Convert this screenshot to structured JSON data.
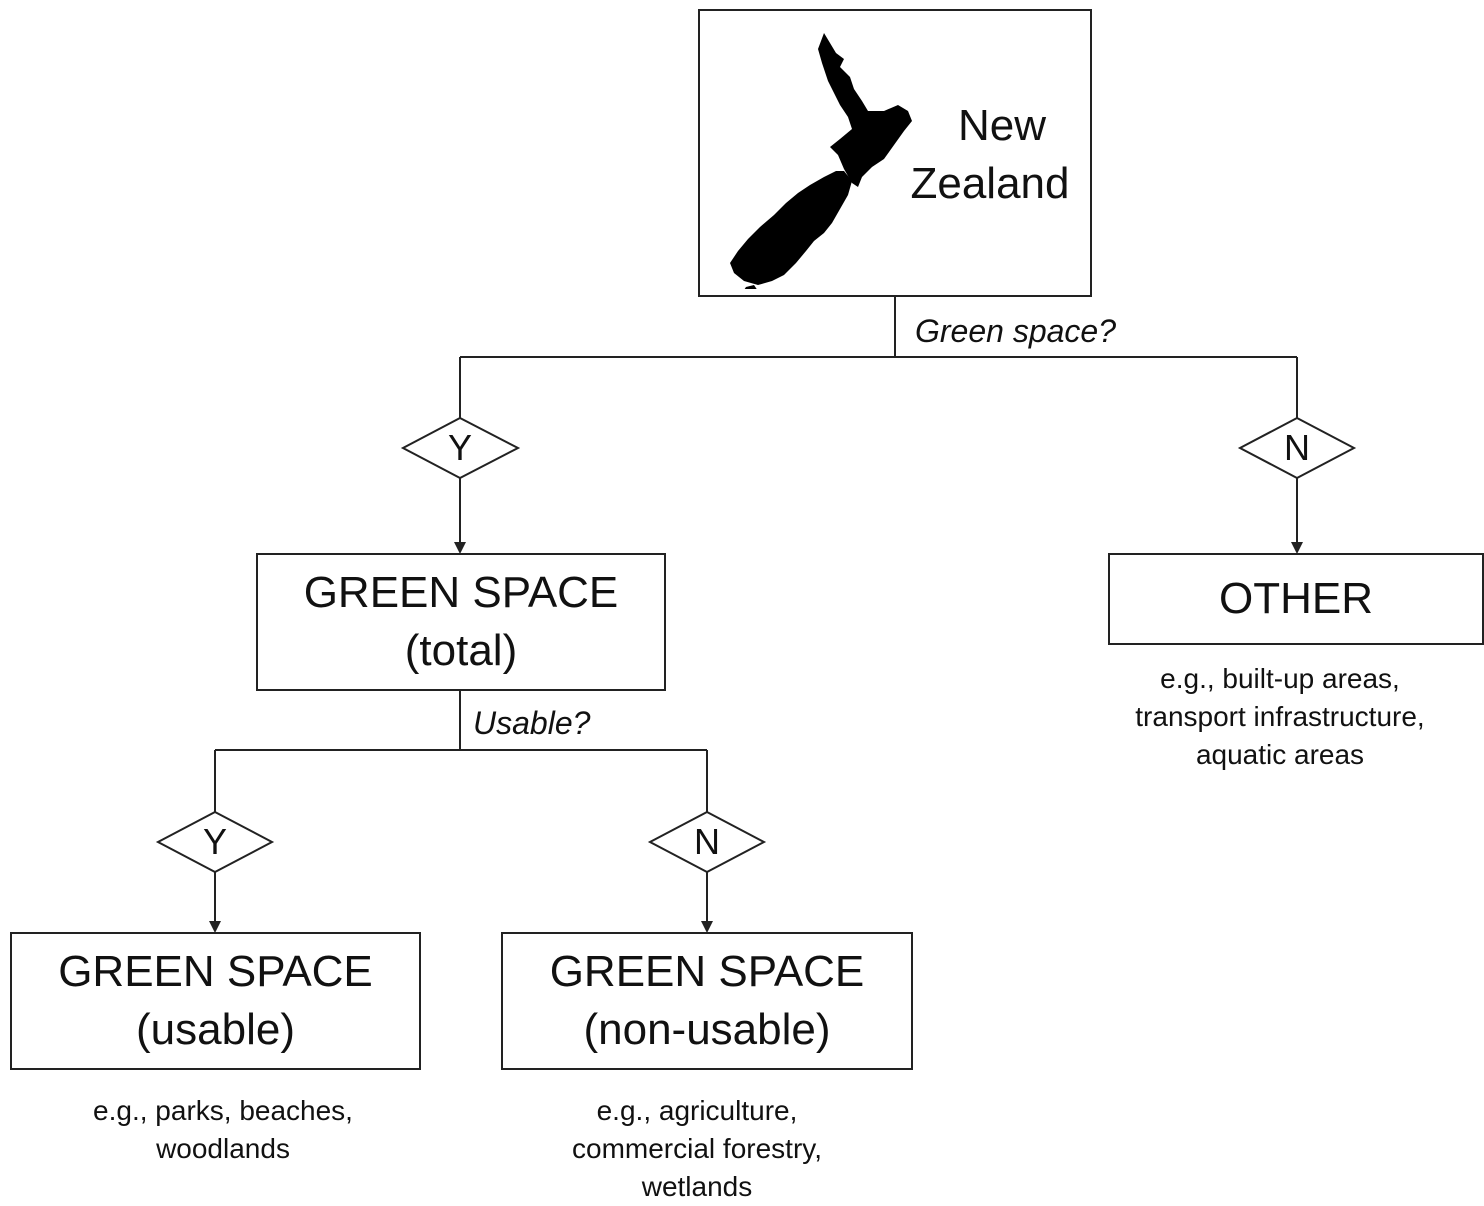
{
  "root": {
    "title_line1": "New",
    "title_line2": "Zealand",
    "map_icon": "new-zealand-map-silhouette"
  },
  "questions": {
    "green_space": "Green space?",
    "usable": "Usable?"
  },
  "decisions": {
    "green_yes": "Y",
    "green_no": "N",
    "usable_yes": "Y",
    "usable_no": "N"
  },
  "nodes": {
    "total": {
      "line1": "GREEN SPACE",
      "line2": "(total)"
    },
    "other": {
      "line1": "OTHER"
    },
    "usable": {
      "line1": "GREEN SPACE",
      "line2": "(usable)"
    },
    "non_usable": {
      "line1": "GREEN SPACE",
      "line2": "(non-usable)"
    }
  },
  "notes": {
    "other": [
      "e.g., built-up areas,",
      "transport infrastructure,",
      "aquatic areas"
    ],
    "usable": [
      "e.g., parks, beaches,",
      "woodlands"
    ],
    "non_usable": [
      "e.g., agriculture,",
      "commercial forestry,",
      "wetlands"
    ]
  }
}
